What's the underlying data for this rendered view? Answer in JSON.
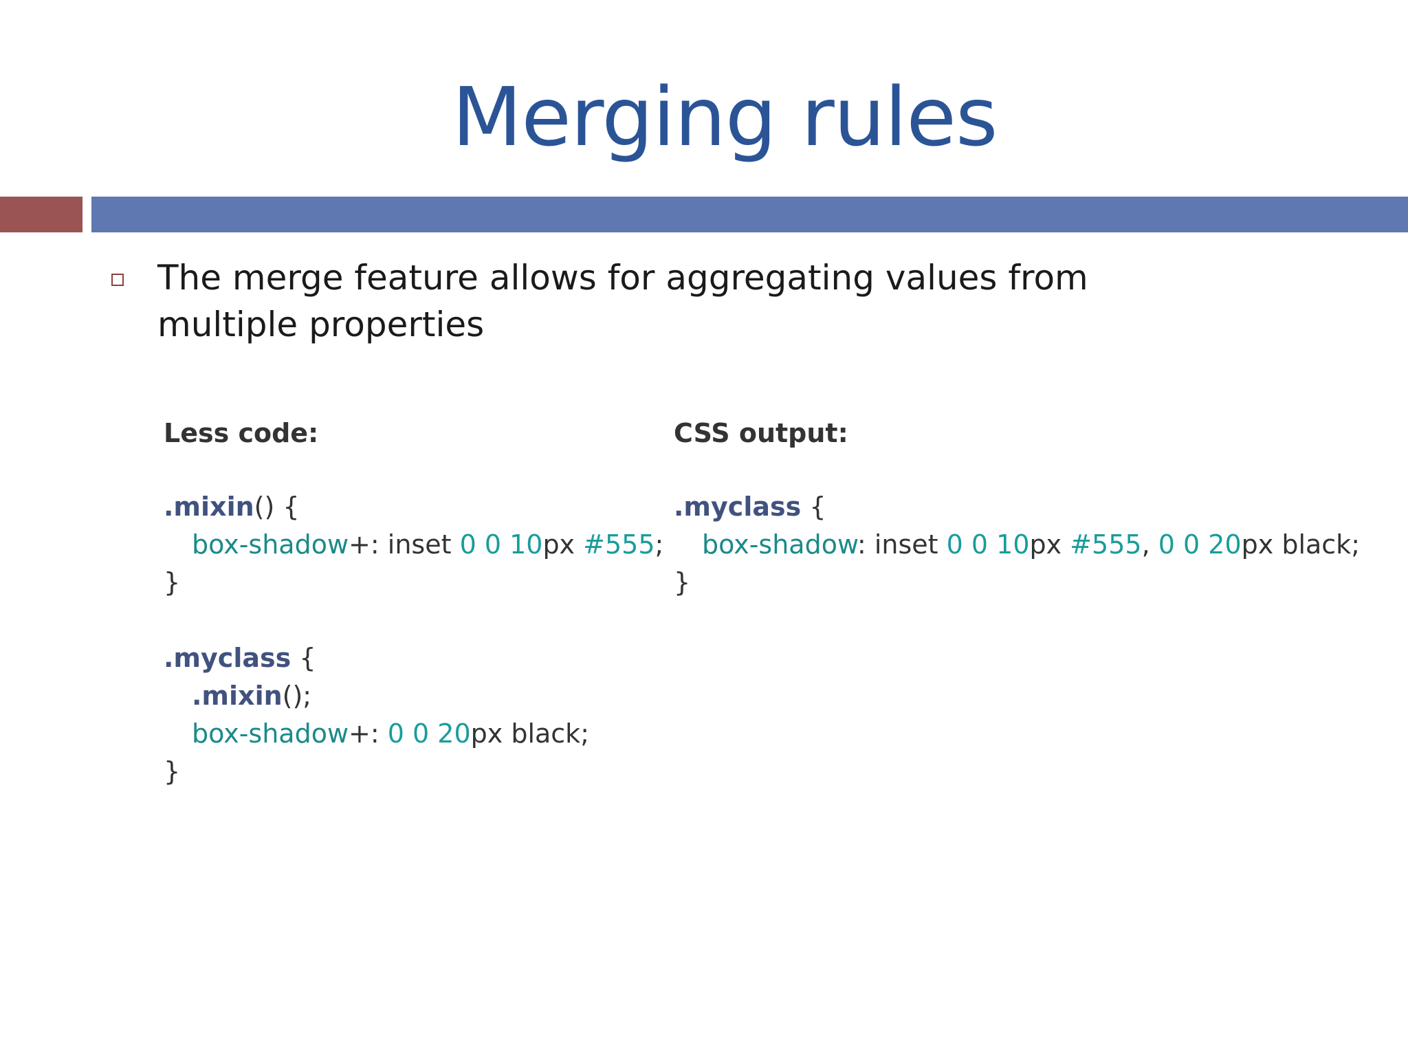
{
  "slide": {
    "title": "Merging rules",
    "bullet": "The merge feature allows for aggregating values from multiple properties"
  },
  "less": {
    "heading": "Less code:",
    "mixin_sel": ".mixin",
    "mixin_parens": "() {",
    "prop": "box-shadow",
    "merge_op": "+: ",
    "inset": "inset ",
    "inset_nums": "0 0 10",
    "px": "px ",
    "color": "#555",
    "semi": ";",
    "close": "}",
    "myclass_sel": ".myclass",
    "open": " {",
    "call_sel": ".mixin",
    "call_rest": "();",
    "second_nums": "0 0 20",
    "px_black": "px black;"
  },
  "css": {
    "heading": "CSS output:",
    "myclass_sel": ".myclass",
    "open": " {",
    "prop": "box-shadow",
    "colon": ": ",
    "inset": "inset ",
    "inset_nums": "0 0 10",
    "px": "px ",
    "color": "#555",
    "comma": ", ",
    "second_nums": "0 0 20",
    "px_black": "px black;",
    "close": "}"
  },
  "colors": {
    "title": "#2b5496",
    "bar_left": "#9a5454",
    "bar_right": "#5f78b2",
    "selector": "#41527f",
    "value": "#1a9c9c"
  }
}
